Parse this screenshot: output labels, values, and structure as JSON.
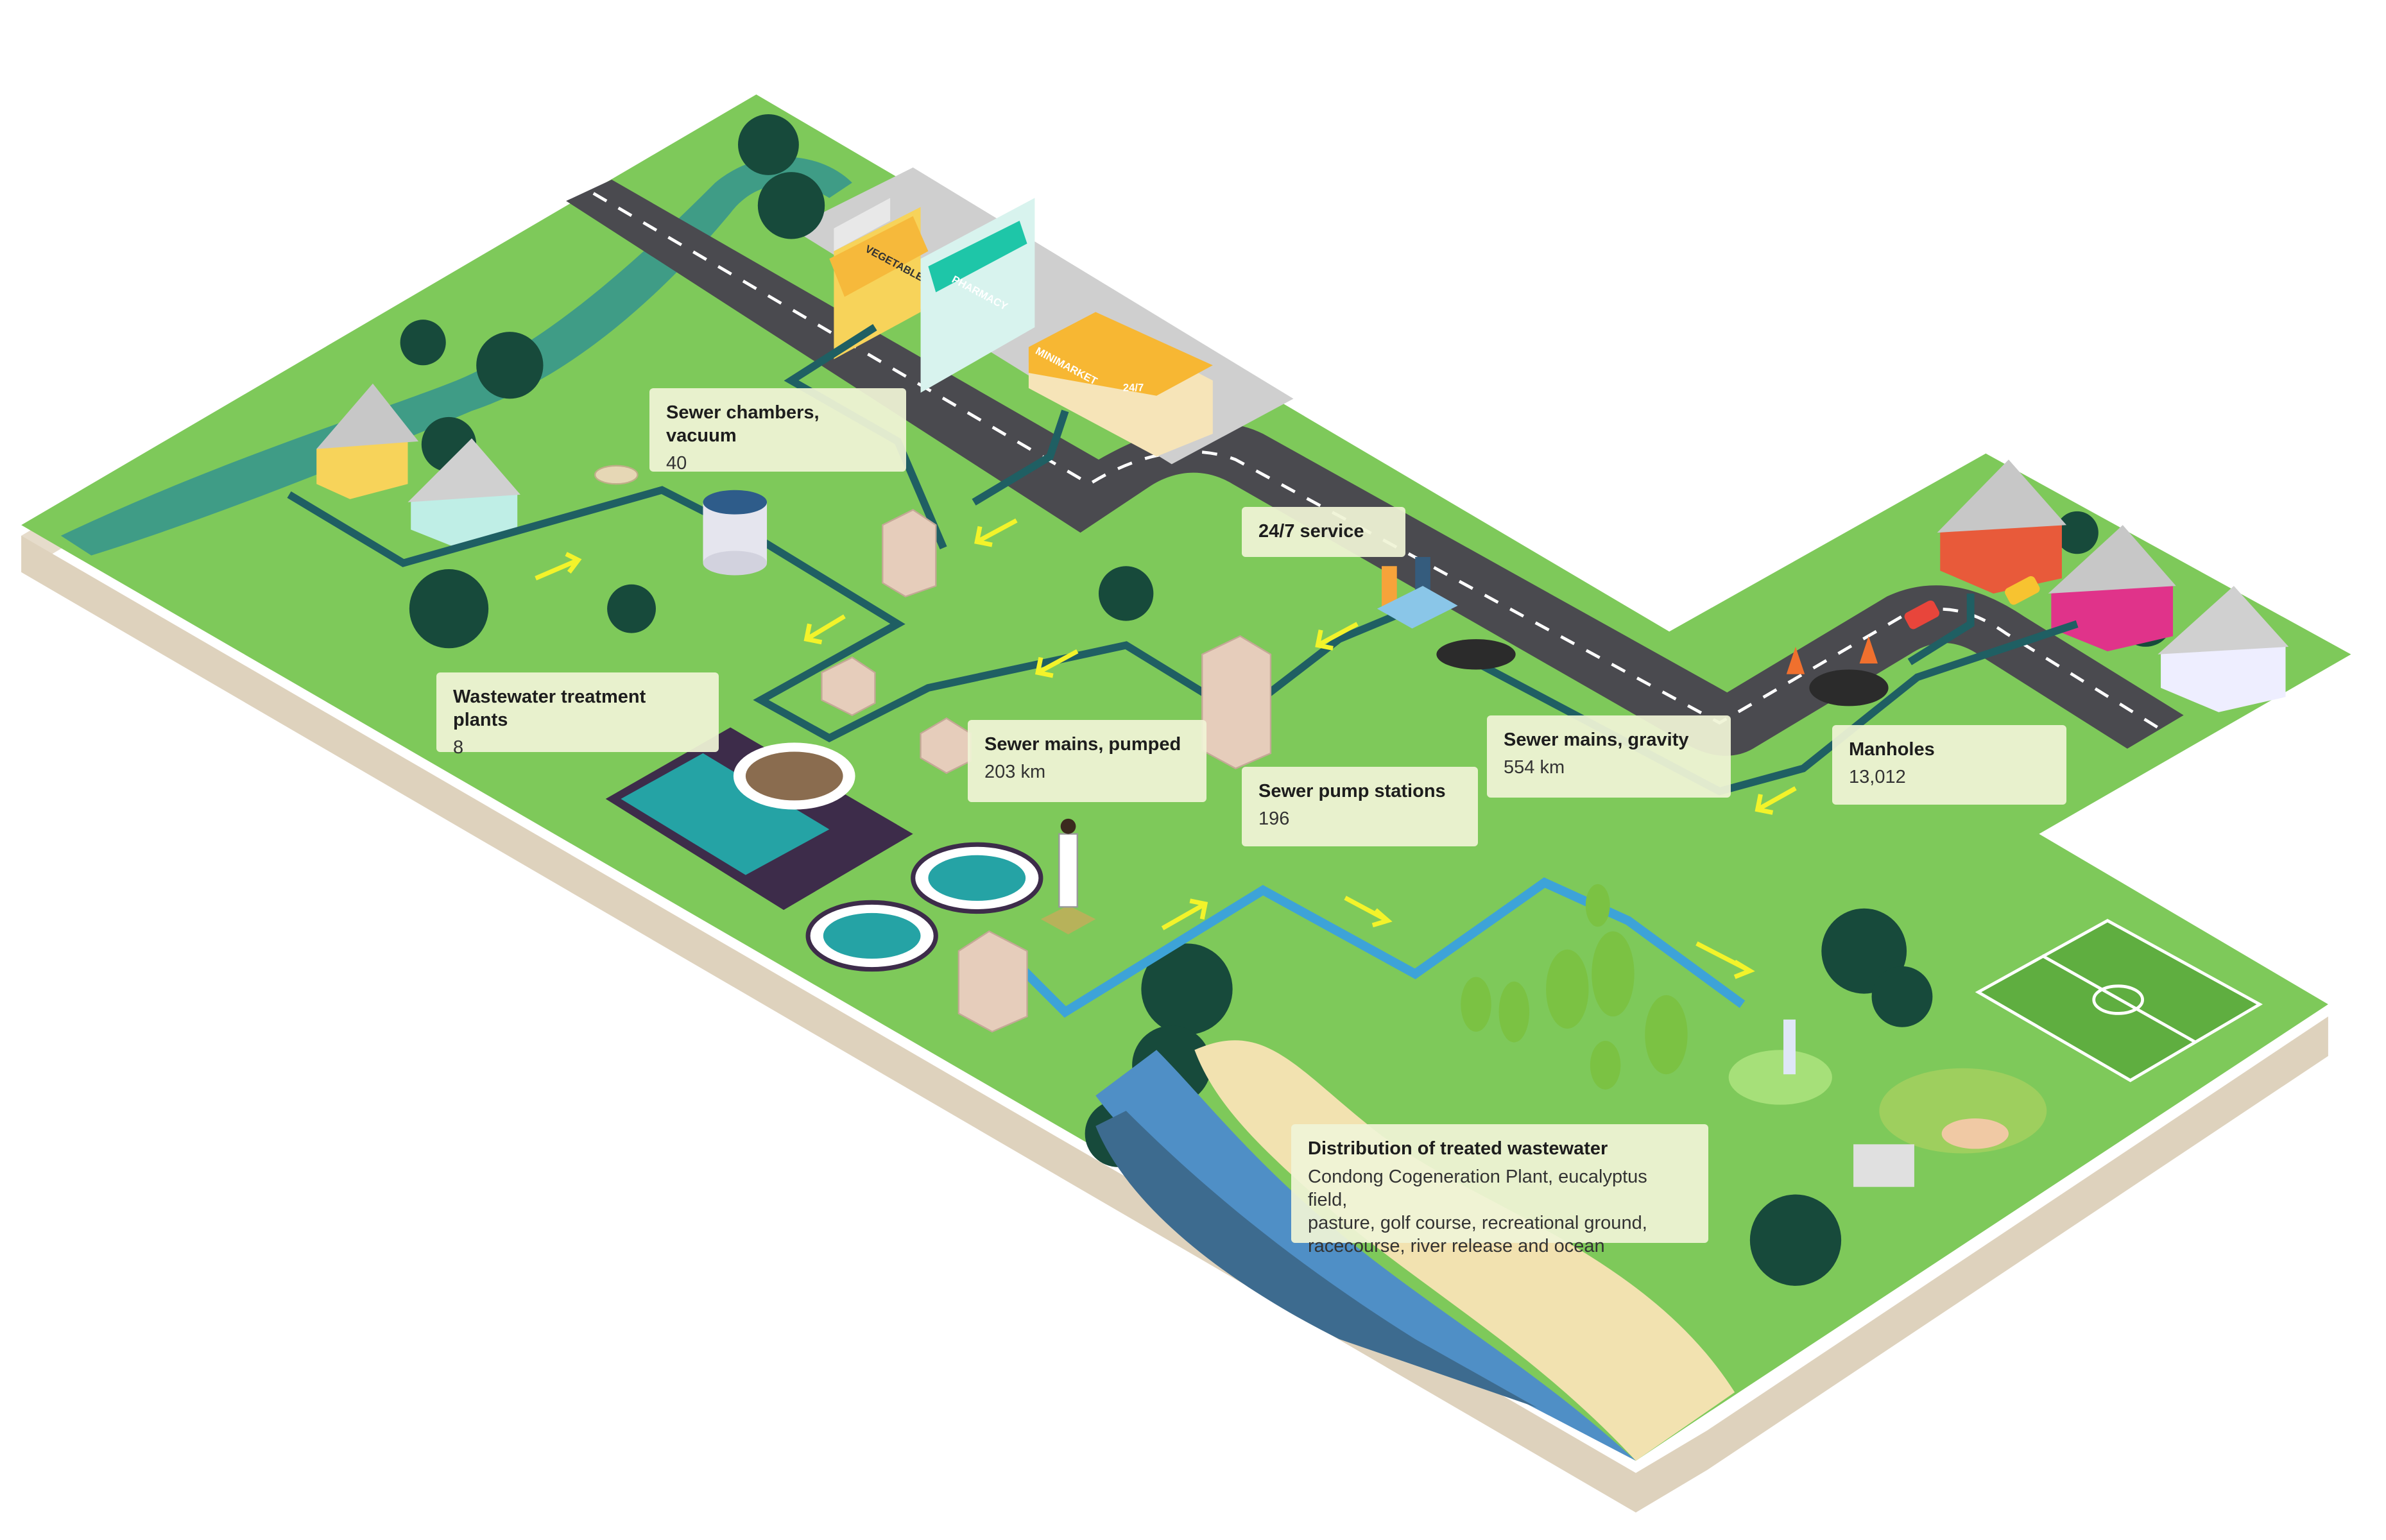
{
  "labels": {
    "sewer_chambers": {
      "title": "Sewer chambers, vacuum",
      "value": "40"
    },
    "treatment_plants": {
      "title": "Wastewater treatment plants",
      "value": "8"
    },
    "service": {
      "title": "24/7 service"
    },
    "mains_pumped": {
      "title": "Sewer mains, pumped",
      "value": "203 km"
    },
    "pump_stations": {
      "title": "Sewer pump stations",
      "value": "196"
    },
    "mains_gravity": {
      "title": "Sewer mains, gravity",
      "value": "554 km"
    },
    "manholes": {
      "title": "Manholes",
      "value": "13,012"
    },
    "distribution": {
      "title": "Distribution of treated wastewater",
      "lines": [
        "Condong Cogeneration Plant, eucalyptus field,",
        "pasture, golf course, recreational ground,",
        "racecourse, river release and ocean"
      ]
    }
  },
  "shops": {
    "vegetables": "VEGETABLES",
    "pharmacy": "PHARMACY",
    "minimarket": "MINIMARKET",
    "hours": "24/7"
  },
  "colors": {
    "grass": "#7ec95a",
    "grass_dark": "#5fae40",
    "base_side": "#e6dccb",
    "road": "#4a4a4f",
    "water_river": "#3f9c86",
    "ocean": "#4f8fc6",
    "sand": "#f2e2b0",
    "pipe_dark": "#1f5f63",
    "pipe_treated": "#3da3d8",
    "arrow": "#f3f32a",
    "tree": "#174a3b",
    "plant": "#3d2c4a",
    "label_bg": "#f0f4d6"
  },
  "icons": [
    "house-icon",
    "tree-icon",
    "shop-icon",
    "pump-station-icon",
    "manhole-icon",
    "worker-icon",
    "golfer-icon",
    "soccer-field-icon",
    "cone-icon",
    "car-icon"
  ]
}
